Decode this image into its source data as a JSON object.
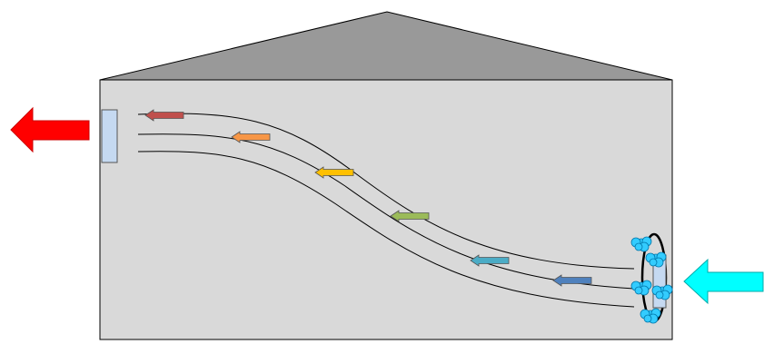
{
  "colors": {
    "roof": "#a0a0a0",
    "wall": "#d9d9d9",
    "outline": "#000000",
    "vent": "#c5d9f1",
    "exhaust_arrow": "#ff0000",
    "intake_arrow": "#00ffff",
    "cooling_pad": "#33ccff",
    "flow_line": "#000000"
  },
  "icons": {
    "exhaust": "left-arrow-icon",
    "intake": "left-arrow-icon",
    "pad": "cooling-pad-icon"
  },
  "flow_arrows": [
    {
      "name": "flow-arrow-1",
      "color": "#c0504d"
    },
    {
      "name": "flow-arrow-2",
      "color": "#f79646"
    },
    {
      "name": "flow-arrow-3",
      "color": "#ffc000"
    },
    {
      "name": "flow-arrow-4",
      "color": "#9bbb59"
    },
    {
      "name": "flow-arrow-5",
      "color": "#4bacc6"
    },
    {
      "name": "flow-arrow-6",
      "color": "#4f81bd"
    }
  ]
}
